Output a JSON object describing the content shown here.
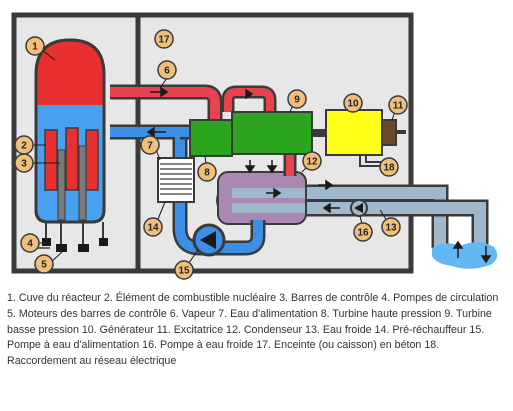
{
  "colors": {
    "frame": "#3a3a3a",
    "building": "#e7e7e7",
    "vessel_top": "#e83030",
    "vessel_bottom": "#4aa0f0",
    "steam": "#e8424f",
    "feedwater": "#3b8fe6",
    "turbine": "#2aa51d",
    "generator": "#ffff19",
    "exciter": "#6b4a2b",
    "condenser": "#a988b1",
    "cooling_water": "#9fb8cc",
    "river": "#63b7f2",
    "label_bubble": "#f0c07a"
  },
  "labels": [
    "1",
    "2",
    "3",
    "4",
    "5",
    "6",
    "7",
    "8",
    "9",
    "10",
    "11",
    "12",
    "13",
    "14",
    "15",
    "16",
    "17",
    "18"
  ],
  "caption": "1. Cuve du réacteur 2. Élément de combustible nucléaire 3. Barres de contrôle 4. Pompes de circulation 5. Moteurs des barres de contrôle 6. Vapeur 7. Eau d'alimentation 8. Turbine haute pression 9. Turbine basse pression 10. Générateur 11. Excitatrice 12. Condenseur 13. Eau froide 14. Pré-réchauffeur 15. Pompe à eau d'alimentation 16. Pompe à eau froide 17. Enceinte (ou caisson) en béton 18. Raccordement au réseau électrique"
}
